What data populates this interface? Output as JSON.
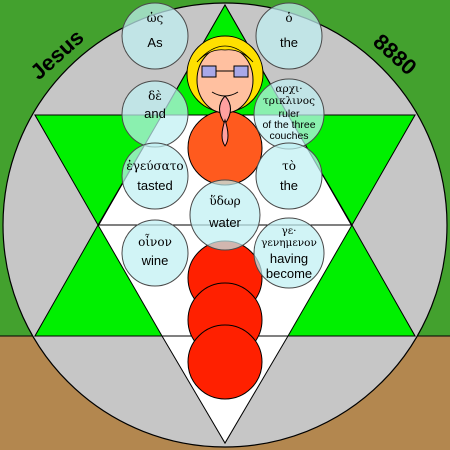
{
  "labels": {
    "left_name": "Jesus",
    "right_number": "8880"
  },
  "words": [
    {
      "greek": "ὡς",
      "english": "As"
    },
    {
      "greek": "ὁ",
      "english": "the"
    },
    {
      "greek": "δὲ",
      "english": "and"
    },
    {
      "greek": "ἀρχι-τρίκλινος",
      "greek_line1": "αρχι·",
      "greek_line2": "τρικλινος",
      "english_line1": "ruler",
      "english_line2": "of the three",
      "english_line3": "couches"
    },
    {
      "greek": "ἐγεύσατο",
      "english": "tasted"
    },
    {
      "greek": "τὸ",
      "english": "the"
    },
    {
      "greek": "ὕδωρ",
      "english": "water"
    },
    {
      "greek": "οἶνον",
      "english": "wine"
    },
    {
      "greek": "γε-γενημένον",
      "greek_line1": "γε·",
      "greek_line2": "γενημενον",
      "english_line1": "having",
      "english_line2": "become"
    }
  ],
  "colors": {
    "sky": "#43a12e",
    "ground": "#b3874f",
    "disc": "#c6c6c6",
    "triangle_green": "#00f000",
    "star_white": "#ffffff",
    "bubble": "#bff0f2",
    "red_circle": "#ff2000",
    "orange_circle": "#ff5a1e",
    "face_yellow": "#ffe000",
    "face_skin": "#ffc0a0"
  }
}
